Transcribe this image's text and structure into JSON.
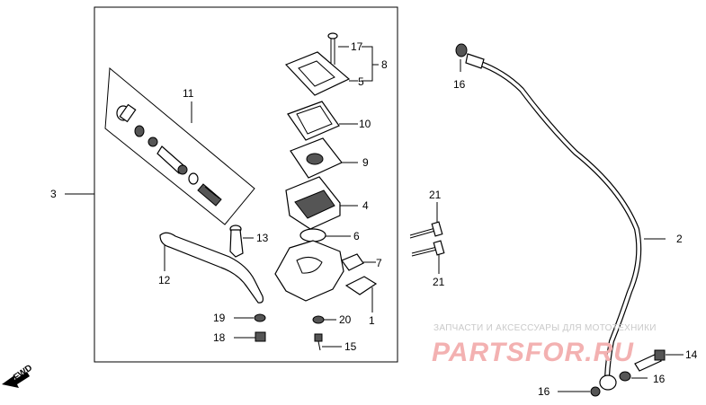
{
  "watermark": {
    "caption": "ЗАПЧАСТИ И АКСЕССУАРЫ ДЛЯ МОТОТЕХНИКИ",
    "brand": "PARTSFOR.RU"
  },
  "direction_marker": {
    "label": "FWD",
    "icon": "arrow-icon"
  },
  "callouts": [
    {
      "id": "1",
      "label": "1"
    },
    {
      "id": "2",
      "label": "2"
    },
    {
      "id": "3",
      "label": "3"
    },
    {
      "id": "4",
      "label": "4"
    },
    {
      "id": "5",
      "label": "5"
    },
    {
      "id": "6",
      "label": "6"
    },
    {
      "id": "7",
      "label": "7"
    },
    {
      "id": "8",
      "label": "8"
    },
    {
      "id": "9",
      "label": "9"
    },
    {
      "id": "10",
      "label": "10"
    },
    {
      "id": "11",
      "label": "11"
    },
    {
      "id": "12",
      "label": "12"
    },
    {
      "id": "13",
      "label": "13"
    },
    {
      "id": "14",
      "label": "14"
    },
    {
      "id": "15",
      "label": "15"
    },
    {
      "id": "16a",
      "label": "16"
    },
    {
      "id": "16b",
      "label": "16"
    },
    {
      "id": "16c",
      "label": "16"
    },
    {
      "id": "17",
      "label": "17"
    },
    {
      "id": "18",
      "label": "18"
    },
    {
      "id": "19",
      "label": "19"
    },
    {
      "id": "20",
      "label": "20"
    },
    {
      "id": "21a",
      "label": "21"
    },
    {
      "id": "21b",
      "label": "21"
    }
  ]
}
